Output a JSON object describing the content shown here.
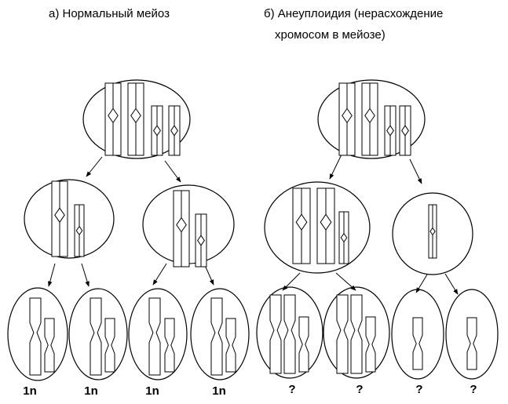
{
  "titles": {
    "normal": "а) Нормальный мейоз",
    "aneuploidy_line1": "б) Анеуплоидия (нерасхождение",
    "aneuploidy_line2": "хромосом в мейозе)"
  },
  "normal_labels": [
    "1n",
    "1n",
    "1n",
    "1n"
  ],
  "aneuploidy_labels": [
    "?",
    "?",
    "?",
    "?"
  ],
  "colors": {
    "stroke": "#000000",
    "background": "#ffffff"
  }
}
